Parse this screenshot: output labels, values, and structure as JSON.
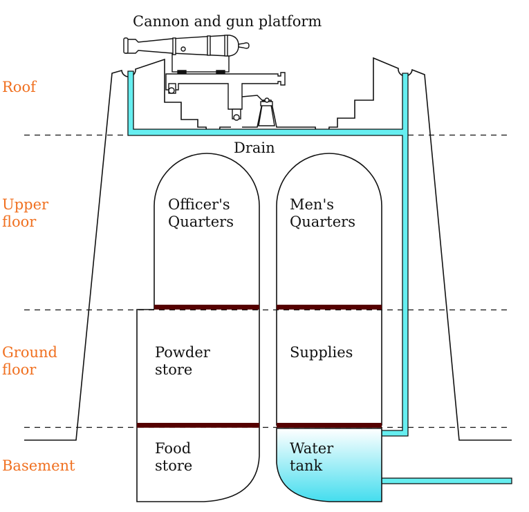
{
  "title": "Cannon and gun platform",
  "colors": {
    "floor_label": "#f07020",
    "outline": "#111111",
    "pipe_fill": "#66eef0",
    "floor_beam": "#550000",
    "water_top": "#ffffff",
    "water_bottom": "#44ddee"
  },
  "floors": [
    {
      "id": "roof",
      "lines": [
        "Roof"
      ]
    },
    {
      "id": "upper",
      "lines": [
        "Upper",
        "floor"
      ]
    },
    {
      "id": "ground",
      "lines": [
        "Ground",
        "floor"
      ]
    },
    {
      "id": "basement",
      "lines": [
        "Basement"
      ]
    }
  ],
  "rooms": {
    "drain": "Drain",
    "officers_quarters": [
      "Officer's",
      "Quarters"
    ],
    "mens_quarters": [
      "Men's",
      "Quarters"
    ],
    "powder_store": [
      "Powder",
      "store"
    ],
    "supplies": [
      "Supplies"
    ],
    "food_store": [
      "Food",
      "store"
    ],
    "water_tank": [
      "Water",
      "tank"
    ]
  }
}
